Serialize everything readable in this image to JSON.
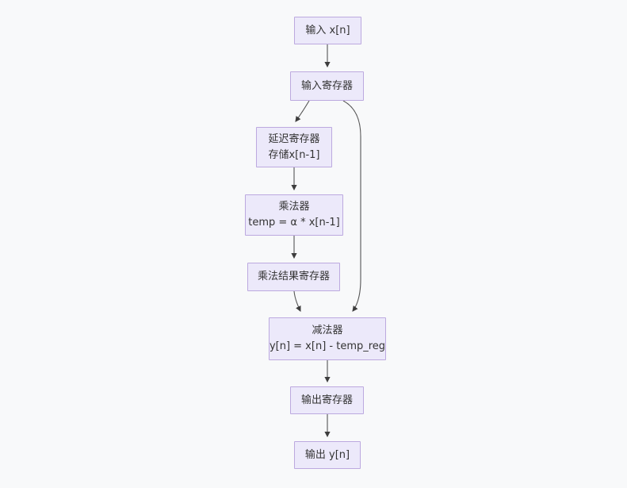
{
  "diagram": {
    "type": "flowchart",
    "direction": "top-down",
    "colors": {
      "background": "#f8f9fa",
      "node_fill": "#ece9fa",
      "node_border": "#bca9df",
      "edge_color": "#565656",
      "arrow_color": "#3d3d3d",
      "text_color": "#333333"
    },
    "nodes": [
      {
        "id": "input",
        "lines": [
          "输入 x[n]"
        ]
      },
      {
        "id": "input-register",
        "lines": [
          "输入寄存器"
        ]
      },
      {
        "id": "delay-register",
        "lines": [
          "延迟寄存器",
          "存储x[n-1]"
        ]
      },
      {
        "id": "multiplier",
        "lines": [
          "乘法器",
          "temp = α * x[n-1]"
        ]
      },
      {
        "id": "mult-result-register",
        "lines": [
          "乘法结果寄存器"
        ]
      },
      {
        "id": "subtractor",
        "lines": [
          "减法器",
          "y[n] = x[n] - temp_reg"
        ]
      },
      {
        "id": "output-register",
        "lines": [
          "输出寄存器"
        ]
      },
      {
        "id": "output",
        "lines": [
          "输出 y[n]"
        ]
      }
    ],
    "edges": [
      {
        "from": "input",
        "to": "input-register"
      },
      {
        "from": "input-register",
        "to": "delay-register"
      },
      {
        "from": "input-register",
        "to": "subtractor"
      },
      {
        "from": "delay-register",
        "to": "multiplier"
      },
      {
        "from": "multiplier",
        "to": "mult-result-register"
      },
      {
        "from": "mult-result-register",
        "to": "subtractor"
      },
      {
        "from": "subtractor",
        "to": "output-register"
      },
      {
        "from": "output-register",
        "to": "output"
      }
    ]
  }
}
